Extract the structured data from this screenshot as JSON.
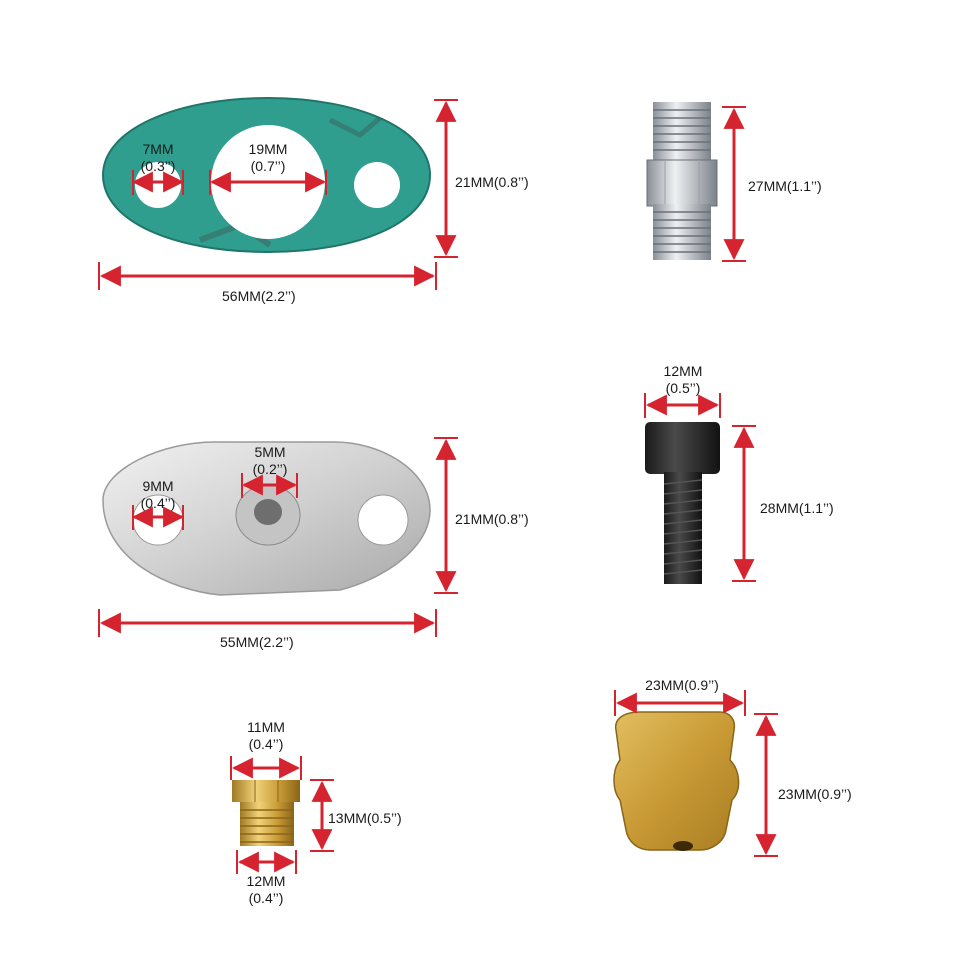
{
  "colors": {
    "dimension_line": "#d5232f",
    "gasket": "#2a9c8f",
    "aluminum": "#d4d4d4",
    "brass": "#c9a03a",
    "steel": "#b8bcc2",
    "bolt": "#202020"
  },
  "parts": {
    "gasket": {
      "hole_small": {
        "mm": "7MM",
        "in": "(0.3’’)"
      },
      "hole_center": {
        "mm": "19MM",
        "in": "(0.7’’)"
      },
      "height": "21MM(0.8’’)",
      "width": "56MM(2.2’’)"
    },
    "nipple": {
      "length": "27MM(1.1’’)"
    },
    "flange": {
      "hole_small": {
        "mm": "9MM",
        "in": "(0.4’’)"
      },
      "port": {
        "mm": "5MM",
        "in": "(0.2’’)"
      },
      "height": "21MM(0.8’’)",
      "width": "55MM(2.2’’)"
    },
    "bolt": {
      "head": {
        "mm": "12MM",
        "in": "(0.5’’)"
      },
      "length": "28MM(1.1’’)"
    },
    "plug": {
      "hex": {
        "mm": "11MM",
        "in": "(0.4’’)"
      },
      "height": "13MM(0.5’’)",
      "thread": {
        "mm": "12MM",
        "in": "(0.4’’)"
      }
    },
    "block": {
      "width": "23MM(0.9’’)",
      "height": "23MM(0.9’’)"
    }
  }
}
